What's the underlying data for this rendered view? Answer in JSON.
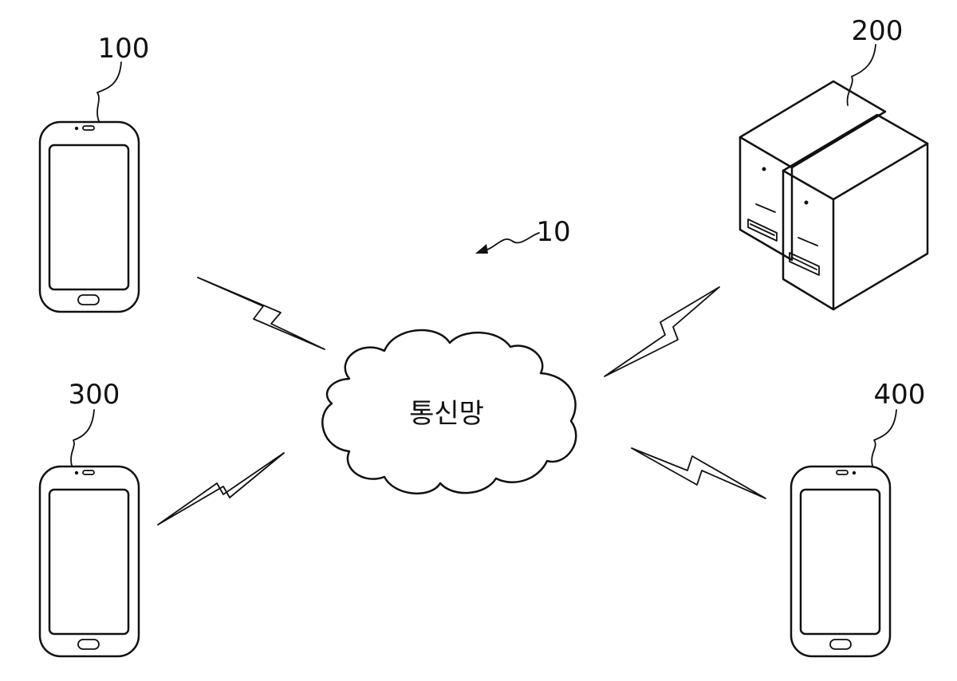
{
  "labels": {
    "phone_top_left": "100",
    "server": "200",
    "phone_bottom_left": "300",
    "phone_bottom_right": "400",
    "network_ref": "10",
    "network_name": "통신망"
  },
  "icons": [
    "smartphone-icon",
    "server-icon",
    "cloud-icon",
    "lightning-bolt-icon",
    "leader-arrow-icon"
  ],
  "colors": {
    "stroke": "#111111",
    "background": "#ffffff"
  }
}
